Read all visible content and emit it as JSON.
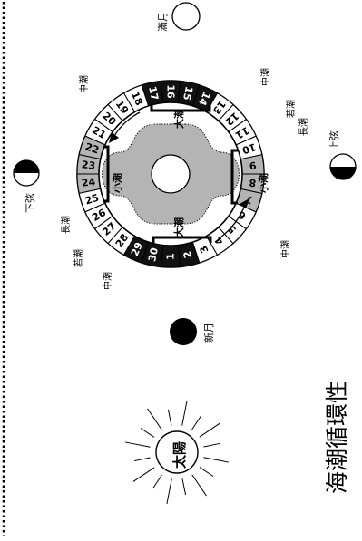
{
  "title": "海潮循環性",
  "sun_label": "太陽",
  "moon_phases": [
    {
      "key": "full",
      "label": "滿月"
    },
    {
      "key": "first_quarter",
      "label": "上弦"
    },
    {
      "key": "new",
      "label": "新月"
    },
    {
      "key": "last_quarter",
      "label": "下弦"
    }
  ],
  "tide_labels": {
    "spring": "大潮",
    "neap": "小潮",
    "mid": "中潮",
    "long": "長潮",
    "young": "若潮"
  },
  "lunar_days": [
    {
      "day": "1",
      "tide": "spring"
    },
    {
      "day": "2",
      "tide": "spring"
    },
    {
      "day": "3",
      "tide": "mid"
    },
    {
      "day": "4",
      "tide": "mid"
    },
    {
      "day": "5",
      "tide": "mid"
    },
    {
      "day": "6",
      "tide": "mid"
    },
    {
      "day": "7",
      "tide": "neap"
    },
    {
      "day": "8",
      "tide": "neap"
    },
    {
      "day": "9",
      "tide": "neap"
    },
    {
      "day": "10",
      "tide": "long"
    },
    {
      "day": "11",
      "tide": "young"
    },
    {
      "day": "12",
      "tide": "mid"
    },
    {
      "day": "13",
      "tide": "mid"
    },
    {
      "day": "14",
      "tide": "spring"
    },
    {
      "day": "15",
      "tide": "spring"
    },
    {
      "day": "16",
      "tide": "spring"
    },
    {
      "day": "17",
      "tide": "spring"
    },
    {
      "day": "18",
      "tide": "mid"
    },
    {
      "day": "19",
      "tide": "mid"
    },
    {
      "day": "20",
      "tide": "mid"
    },
    {
      "day": "21",
      "tide": "mid"
    },
    {
      "day": "22",
      "tide": "neap"
    },
    {
      "day": "23",
      "tide": "neap"
    },
    {
      "day": "24",
      "tide": "neap"
    },
    {
      "day": "25",
      "tide": "long"
    },
    {
      "day": "26",
      "tide": "young"
    },
    {
      "day": "27",
      "tide": "mid"
    },
    {
      "day": "28",
      "tide": "mid"
    },
    {
      "day": "29",
      "tide": "spring"
    },
    {
      "day": "30",
      "tide": "spring"
    }
  ],
  "colors": {
    "spring_fill": "#111111",
    "neap_fill": "#b4b4b4",
    "other_fill": "#ffffff",
    "ocean": "#b4b4b4",
    "ink": "#000000"
  }
}
